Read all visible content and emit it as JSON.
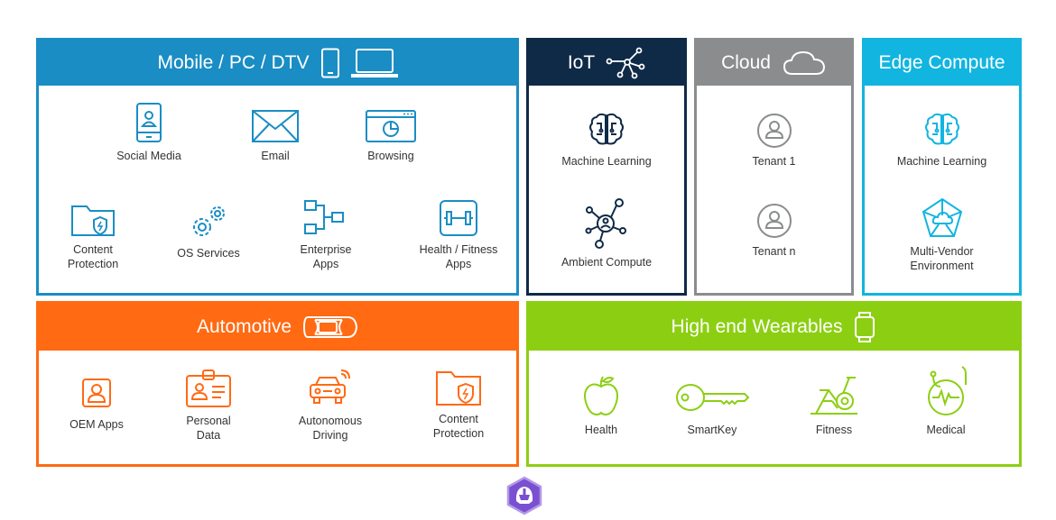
{
  "colors": {
    "mobile": "#1a8dc4",
    "iot": "#0f2a47",
    "cloud": "#8a8c8e",
    "edge": "#12b5e0",
    "automotive": "#ff6a13",
    "wearables": "#8ccf12"
  },
  "mobile": {
    "title": "Mobile / PC / DTV",
    "header_icons": [
      "phone-icon",
      "laptop-icon"
    ],
    "items": [
      {
        "label": "Social Media",
        "icon": "profile-phone-icon"
      },
      {
        "label": "Email",
        "icon": "envelope-icon"
      },
      {
        "label": "Browsing",
        "icon": "browser-icon"
      },
      {
        "label": "Content\nProtection",
        "icon": "shield-folder-icon"
      },
      {
        "label": "OS Services",
        "icon": "gears-icon"
      },
      {
        "label": "Enterprise\nApps",
        "icon": "org-chart-icon"
      },
      {
        "label": "Health / Fitness\nApps",
        "icon": "dumbbell-icon"
      }
    ]
  },
  "iot": {
    "title": "IoT",
    "header_icon": "network-icon",
    "items": [
      {
        "label": "Machine Learning",
        "icon": "brain-icon"
      },
      {
        "label": "Ambient Compute",
        "icon": "hub-icon"
      }
    ]
  },
  "cloud": {
    "title": "Cloud",
    "header_icon": "cloud-icon",
    "items": [
      {
        "label": "Tenant 1",
        "icon": "user-circle-icon"
      },
      {
        "label": "Tenant n",
        "icon": "user-circle-icon"
      }
    ]
  },
  "edge": {
    "title": "Edge Compute",
    "items": [
      {
        "label": "Machine Learning",
        "icon": "brain-icon"
      },
      {
        "label": "Multi-Vendor\nEnvironment",
        "icon": "radar-cloud-icon"
      }
    ]
  },
  "automotive": {
    "title": "Automotive",
    "header_icon": "car-topview-icon",
    "items": [
      {
        "label": "OEM Apps",
        "icon": "profile-card-icon"
      },
      {
        "label": "Personal\nData",
        "icon": "id-badge-icon"
      },
      {
        "label": "Autonomous\nDriving",
        "icon": "connected-car-icon"
      },
      {
        "label": "Content\nProtection",
        "icon": "shield-folder-icon"
      }
    ]
  },
  "wearables": {
    "title": "High end Wearables",
    "header_icon": "smartwatch-icon",
    "items": [
      {
        "label": "Health",
        "icon": "apple-icon"
      },
      {
        "label": "SmartKey",
        "icon": "key-icon"
      },
      {
        "label": "Fitness",
        "icon": "exercise-bike-icon"
      },
      {
        "label": "Medical",
        "icon": "stethoscope-icon"
      }
    ]
  },
  "footer": {
    "icon": "helmet-logo-icon"
  }
}
